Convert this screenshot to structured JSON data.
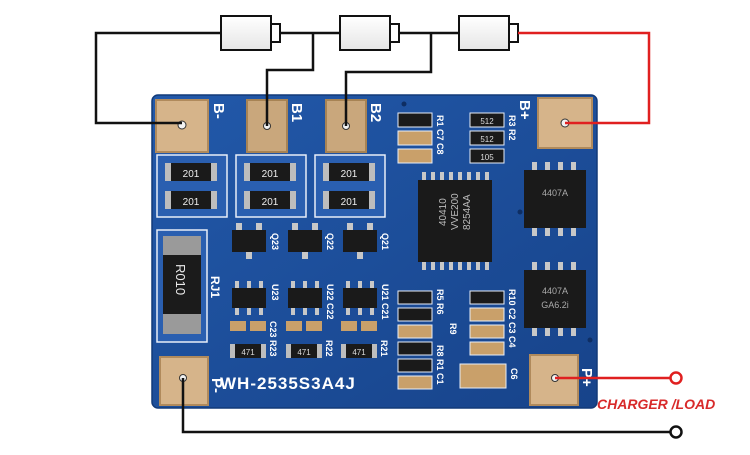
{
  "pads": {
    "b_minus": "B-",
    "b1": "B1",
    "b2": "B2",
    "b_plus": "B+",
    "p_minus": "P-",
    "p_plus": "P+"
  },
  "board": {
    "model": "WH-2535S3A4J",
    "shunt": "R010",
    "shunt_ref": "RJ1"
  },
  "components": {
    "r201": "201",
    "r471": "471",
    "r512": "512",
    "r105": "105",
    "ic_line1": "8254AA",
    "ic_line2": "VVE200",
    "ic_line3": "40410",
    "mosfet_line1": "4407A",
    "mosfet_line2": "GA6.2i"
  },
  "ref_designators": {
    "r1c7c8": "R1 C7 C8",
    "r3r2": "R3 R2",
    "q23": "Q23",
    "q22": "Q22",
    "q21": "Q21",
    "u23": "U23",
    "u22": "U22 C22",
    "u21": "U21 C21",
    "c23r23": "C23 R23",
    "c22r22": "R22",
    "c21r21": "R21",
    "r5r6": "R5 R6",
    "r9": "R9",
    "r8r1c1": "R8 R1 C1",
    "r10c2c3c4": "R10 C2 C3 C4",
    "c6": "C6"
  },
  "external": {
    "charger_label": "CHARGER /LOAD"
  },
  "colors": {
    "board_blue": "#1d4f9e",
    "pad_copper": "#c6a57a",
    "wire_black": "#111111",
    "wire_red": "#e02020",
    "label_red": "#d82a2a"
  }
}
